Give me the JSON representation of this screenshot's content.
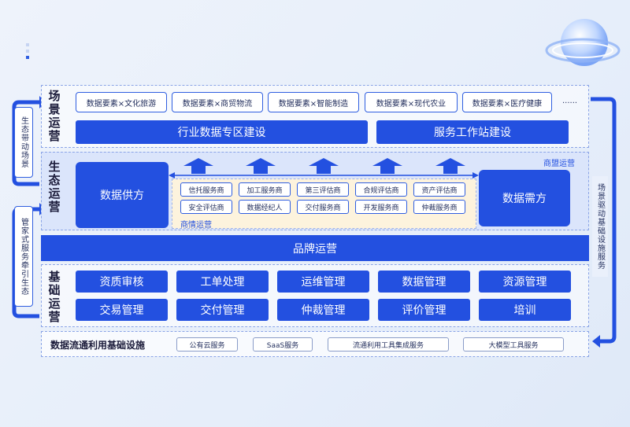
{
  "scene": {
    "label": "场景运营",
    "chips": [
      "数据要素×文化旅游",
      "数据要素×商贸物流",
      "数据要素×智能制造",
      "数据要素×现代农业",
      "数据要素×医疗健康"
    ],
    "ellipsis": "......",
    "bars": [
      "行业数据专区建设",
      "服务工作站建设"
    ]
  },
  "eco": {
    "label": "生态运营",
    "supplier": "数据供方",
    "demander": "数据需方",
    "alliance": "商盟运营",
    "merchant": "商情运营",
    "pills_row1": [
      "信托服务商",
      "加工服务商",
      "第三评估商",
      "合规评估商",
      "资产评估商"
    ],
    "pills_row2": [
      "安全评估商",
      "数据经纪人",
      "交付服务商",
      "开发服务商",
      "仲裁服务商"
    ]
  },
  "brand": {
    "label": "品牌运营"
  },
  "base": {
    "label": "基础运营",
    "row1": [
      "资质审核",
      "工单处理",
      "运维管理",
      "数据管理",
      "资源管理"
    ],
    "row2": [
      "交易管理",
      "交付管理",
      "仲裁管理",
      "评价管理",
      "培训"
    ]
  },
  "infra": {
    "label": "数据流通利用基础设施",
    "services": [
      "公有云服务",
      "SaaS服务",
      "流通利用工具集成服务",
      "大模型工具服务"
    ]
  },
  "side": {
    "left_top": "生态带动场景",
    "left_bottom": "管家式服务牵引生态",
    "right": "场景驱动基础设施服务"
  },
  "colors": {
    "accent": "#2350e0",
    "border": "#8aa4e6"
  }
}
